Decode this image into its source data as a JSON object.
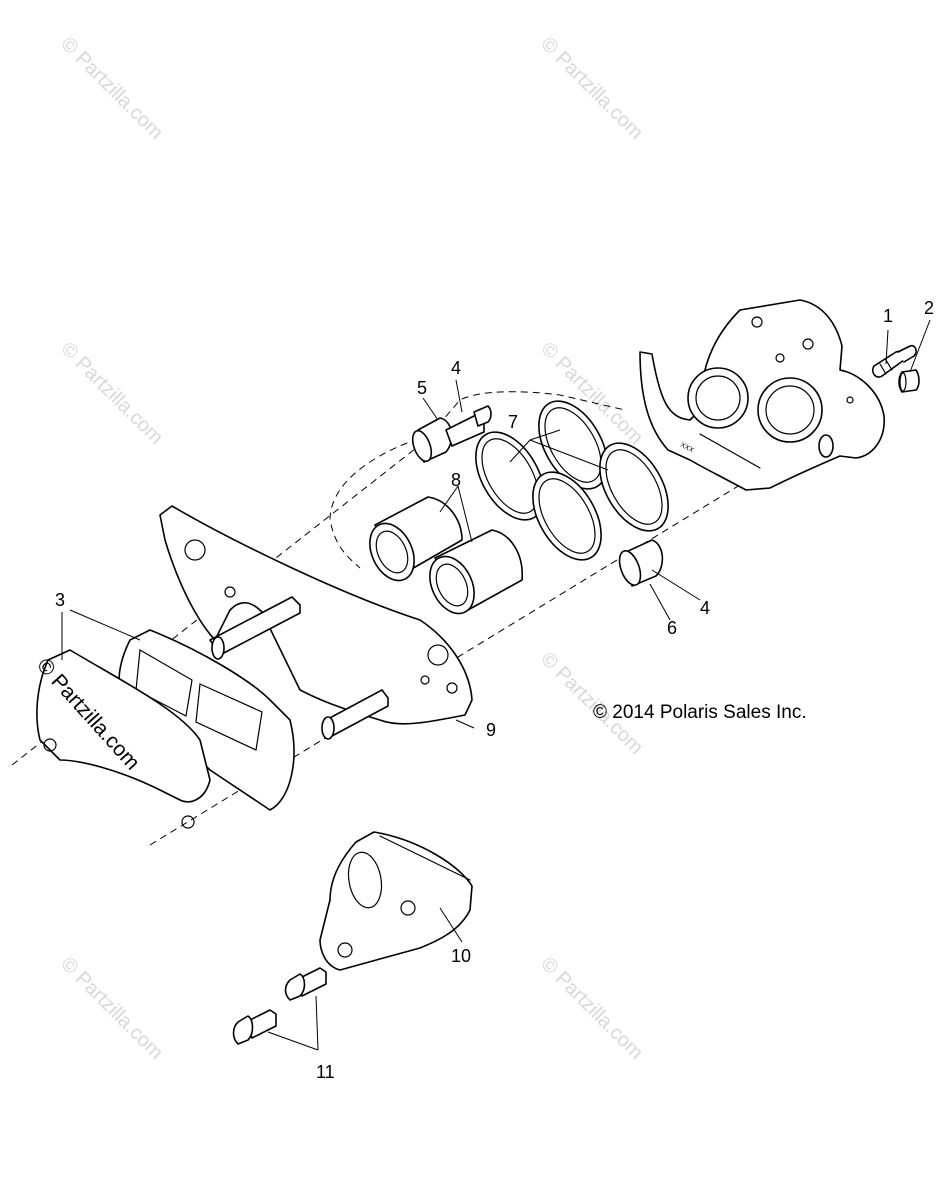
{
  "copyright": "© 2014 Polaris Sales Inc.",
  "watermark": "© Partzilla.com",
  "callouts": [
    "1",
    "2",
    "3",
    "4",
    "4",
    "5",
    "6",
    "7",
    "8",
    "9",
    "10",
    "11"
  ],
  "colors": {
    "line": "#000000",
    "background": "#ffffff",
    "watermark": "#d8d8d8"
  }
}
